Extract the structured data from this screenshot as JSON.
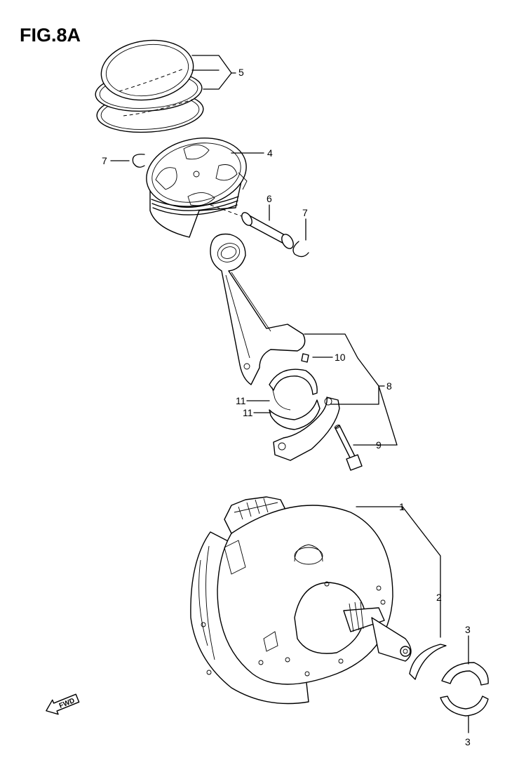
{
  "figure": {
    "title": "FIG.8A"
  },
  "fwd_label": "FWD",
  "callouts": {
    "c1": "1",
    "c2": "2",
    "c3a": "3",
    "c3b": "3",
    "c4": "4",
    "c5": "5",
    "c6": "6",
    "c7a": "7",
    "c7b": "7",
    "c8": "8",
    "c9": "9",
    "c10": "10",
    "c11a": "11",
    "c11b": "11"
  }
}
